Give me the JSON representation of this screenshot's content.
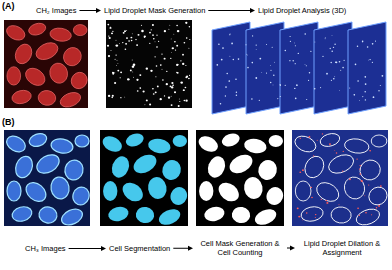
{
  "diagram": {
    "nodes": [
      {
        "text": [
          "CH₂ Images"
        ]
      },
      {
        "text": [
          "Lipid Droplet Mask Generation"
        ]
      },
      {
        "text": [
          "Lipid Droplet Analysis (3D)"
        ]
      },
      {
        "text": [
          "CH₃ Images"
        ]
      },
      {
        "text": [
          "Cell Segmentation"
        ]
      },
      {
        "text": [
          "Cell Mask Generation & Cell Counting"
        ]
      },
      {
        "text": [
          "Lipid Droplet Dilation & Assignment"
        ]
      }
    ],
    "edges": [
      {
        "from": 0,
        "to": 1,
        "arrow": "to"
      },
      {
        "from": 1,
        "to": 2,
        "arrow": "to"
      },
      {
        "from": 3,
        "to": 4,
        "arrow": "to"
      },
      {
        "from": 4,
        "to": 5,
        "arrow": "to"
      },
      {
        "from": 5,
        "to": 6,
        "arrow": "to"
      }
    ],
    "labels": [
      "(A)",
      "(B)"
    ]
  }
}
